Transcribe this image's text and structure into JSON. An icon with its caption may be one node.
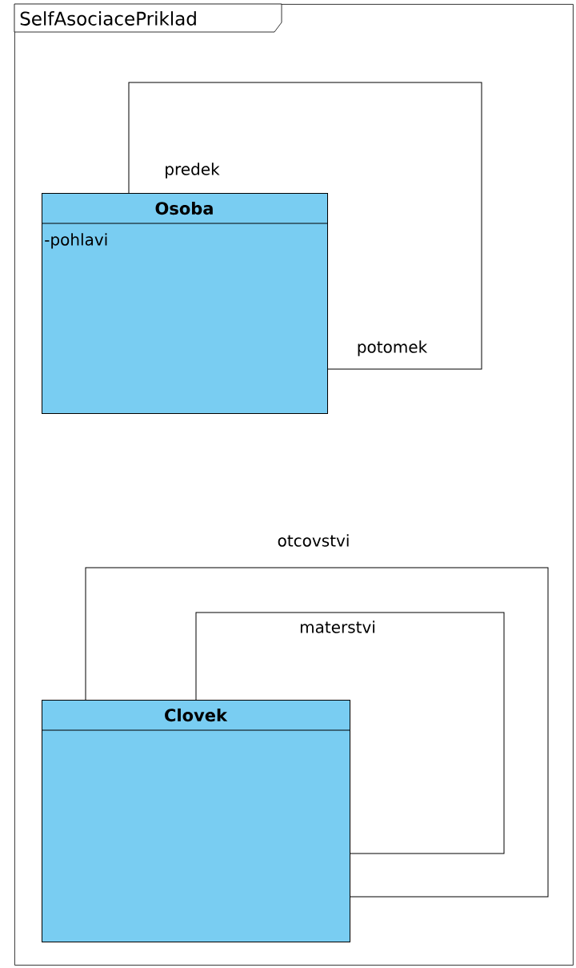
{
  "diagram": {
    "nodes": [
      {
        "text": [
          "SelfAsociacePriklad"
        ]
      },
      {
        "text": [
          "Osoba",
          "-pohlavi"
        ],
        "in": 0
      },
      {
        "text": [
          "Clovek"
        ],
        "in": 0
      }
    ],
    "edges": [
      {
        "from": 1,
        "to": 1,
        "arrow": "none"
      },
      {
        "from": 2,
        "to": 2,
        "arrow": "none",
        "label": "otcovstvi"
      },
      {
        "from": 2,
        "to": 2,
        "arrow": "none",
        "label": "materstvi"
      }
    ],
    "labels": [
      "predek",
      "potomek"
    ]
  }
}
